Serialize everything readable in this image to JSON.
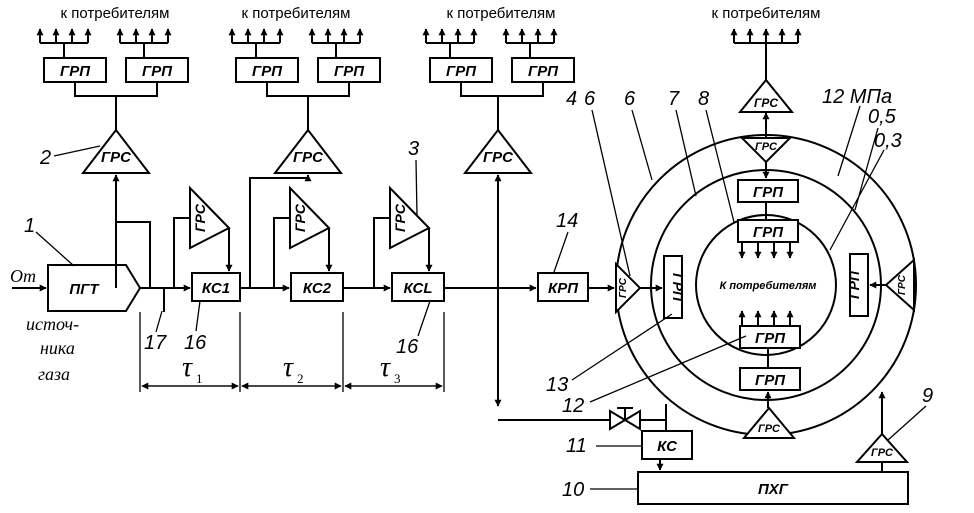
{
  "consumers": "к потребителям",
  "grp": "ГРП",
  "grs": "ГРС",
  "pgt": "ПГТ",
  "ks1": "КС1",
  "ks2": "КС2",
  "ksl": "КСL",
  "krp": "КРП",
  "ks": "КС",
  "phg": "ПХГ",
  "center_consumers": "К потребителям",
  "source": {
    "from": "От",
    "line1": "источ-",
    "line2": "ника",
    "line3": "газа"
  },
  "pressures": {
    "outer": "12 МПа",
    "middle": "0,5",
    "inner": "0,3"
  },
  "tau": {
    "symbol": "τ",
    "sub1": "1",
    "sub2": "2",
    "sub3": "3"
  },
  "numbers": {
    "n1": "1",
    "n2": "2",
    "n3": "3",
    "n4": "4",
    "n6a": "6",
    "n6b": "6",
    "n7": "7",
    "n8": "8",
    "n9": "9",
    "n10": "10",
    "n11": "11",
    "n12": "12",
    "n13": "13",
    "n14": "14",
    "n16a": "16",
    "n16b": "16",
    "n17": "17"
  }
}
